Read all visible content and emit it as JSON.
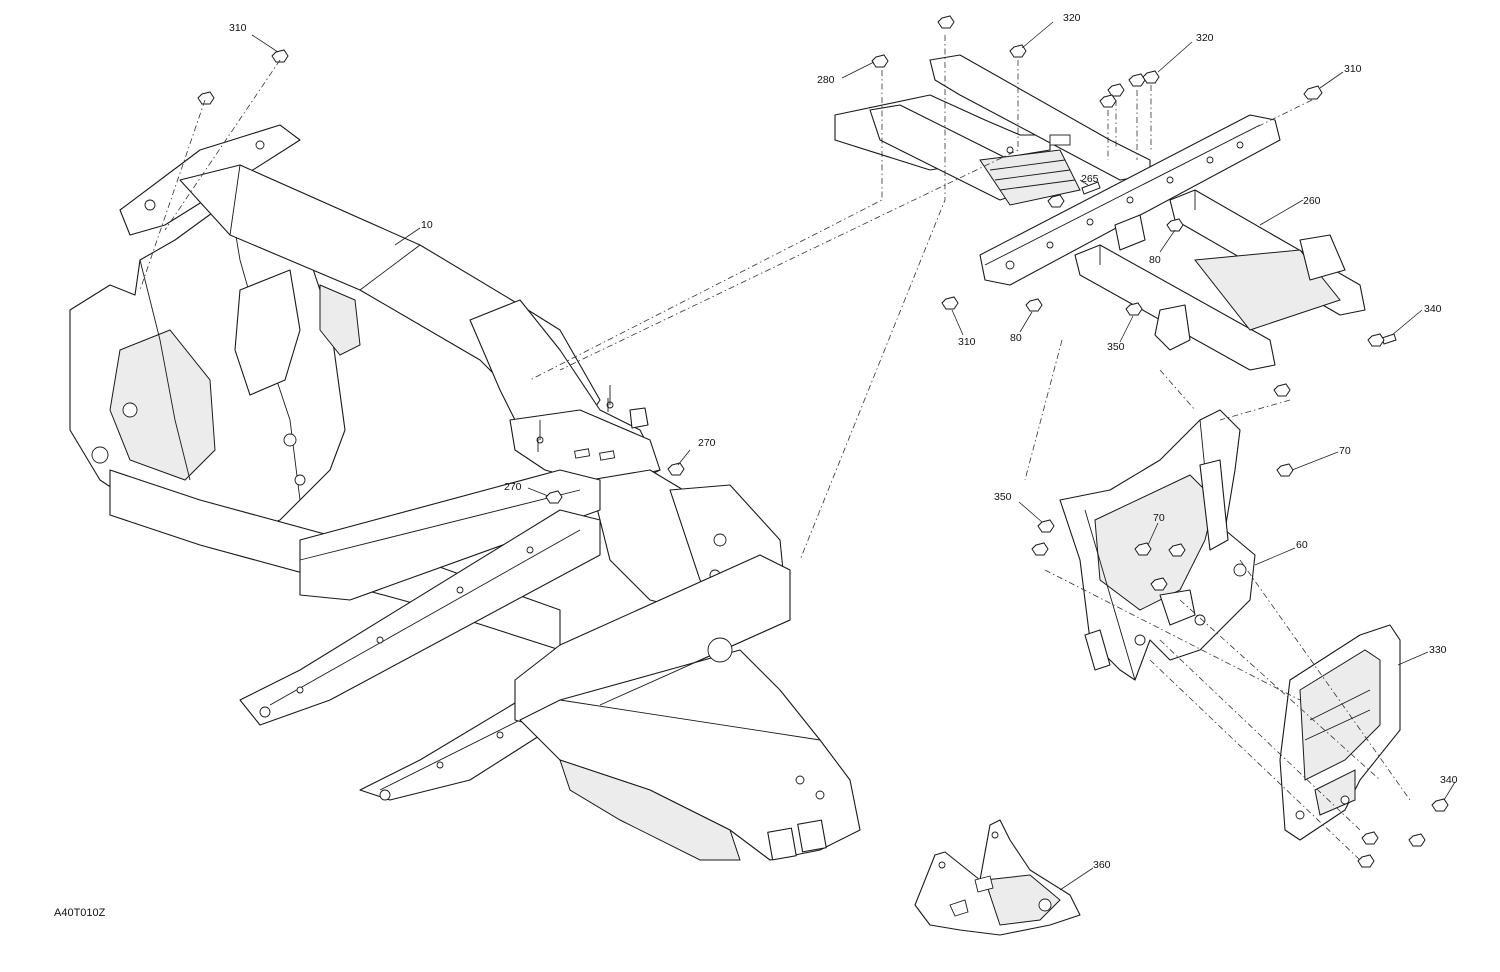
{
  "figure_code": "A40T010Z",
  "callouts": [
    {
      "id": "c310a",
      "label": "310"
    },
    {
      "id": "c10",
      "label": "10"
    },
    {
      "id": "c270a",
      "label": "270"
    },
    {
      "id": "c270b",
      "label": "270"
    },
    {
      "id": "c280",
      "label": "280"
    },
    {
      "id": "c320a",
      "label": "320"
    },
    {
      "id": "c320b",
      "label": "320"
    },
    {
      "id": "c310b",
      "label": "310"
    },
    {
      "id": "c265",
      "label": "265"
    },
    {
      "id": "c260",
      "label": "260"
    },
    {
      "id": "c80a",
      "label": "80"
    },
    {
      "id": "c80b",
      "label": "80"
    },
    {
      "id": "c310c",
      "label": "310"
    },
    {
      "id": "c350a",
      "label": "350"
    },
    {
      "id": "c340a",
      "label": "340"
    },
    {
      "id": "c70a",
      "label": "70"
    },
    {
      "id": "c350b",
      "label": "350"
    },
    {
      "id": "c70b",
      "label": "70"
    },
    {
      "id": "c60",
      "label": "60"
    },
    {
      "id": "c330",
      "label": "330"
    },
    {
      "id": "c340b",
      "label": "340"
    },
    {
      "id": "c360",
      "label": "360"
    }
  ]
}
